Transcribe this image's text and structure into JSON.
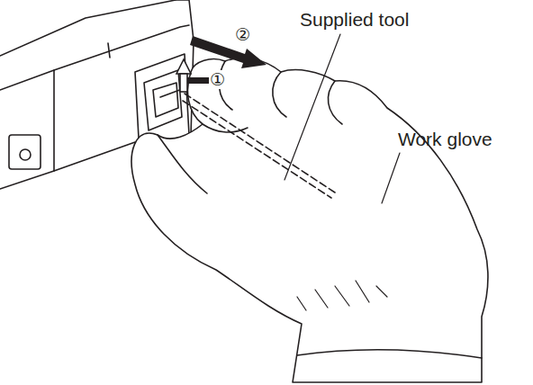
{
  "diagram": {
    "labels": [
      "Supplied tool",
      "Work glove",
      "①",
      "②"
    ]
  }
}
